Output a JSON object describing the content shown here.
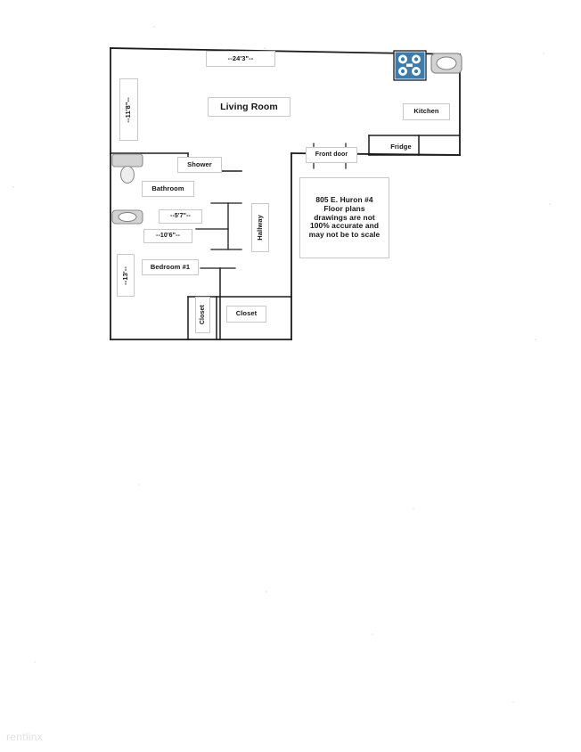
{
  "document": {
    "type": "floor-plan-scan",
    "watermark": "rentlinx"
  },
  "plan": {
    "disclaimer": {
      "line1": "805 E. Huron #4",
      "line2": "Floor plans",
      "line3": "drawings are not",
      "line4": "100% accurate and",
      "line5": "may not be to scale"
    },
    "rooms": {
      "living_room": "Living Room",
      "kitchen": "Kitchen",
      "bathroom": "Bathroom",
      "bedroom_1": "Bedroom #1",
      "hallway": "Hallway",
      "shower": "Shower",
      "closet_small": "Closet",
      "closet_large": "Closet"
    },
    "fixtures": {
      "fridge": "Fridge",
      "front_door": "Front door",
      "stove": "stove-icon",
      "sink": "sink-icon",
      "tub": "tub-icon",
      "toilet": "toilet-icon",
      "vanity": "vanity-sink-icon"
    },
    "dimensions": {
      "top_width": "--24'3\"--",
      "left_height_upper": "--11'8\"--",
      "left_height_lower": "--13'--",
      "bath_width": "--5'7\"--",
      "bath_depth": "--10'6\"--"
    },
    "colors": {
      "stove_blue": "#3a7cb0",
      "fixture_gray": "#d3d3d3",
      "wall_black": "#1b1b1b",
      "label_border": "#c9c9c9",
      "watermark_gray": "#e2e2e2"
    }
  }
}
